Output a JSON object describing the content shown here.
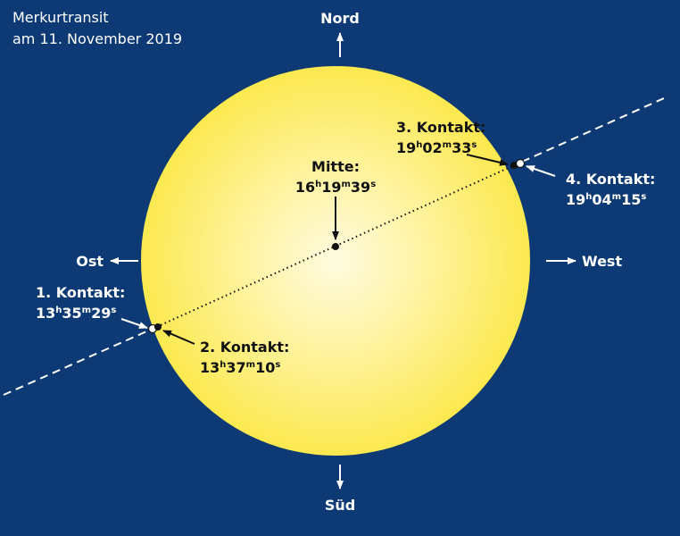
{
  "title": {
    "line1": "Merkurtransit",
    "line2": "am 11. November 2019"
  },
  "directions": {
    "north": "Nord",
    "south": "Süd",
    "east": "Ost",
    "west": "West"
  },
  "midpoint": {
    "label": "Mitte:",
    "time": {
      "h": "16",
      "m": "19",
      "s": "39"
    }
  },
  "contacts": [
    {
      "label": "1. Kontakt:",
      "time": {
        "h": "13",
        "m": "35",
        "s": "29"
      }
    },
    {
      "label": "2. Kontakt:",
      "time": {
        "h": "13",
        "m": "37",
        "s": "10"
      }
    },
    {
      "label": "3. Kontakt:",
      "time": {
        "h": "19",
        "m": "02",
        "s": "33"
      }
    },
    {
      "label": "4. Kontakt:",
      "time": {
        "h": "19",
        "m": "04",
        "s": "15"
      }
    }
  ],
  "units": {
    "h": "h",
    "m": "m",
    "s": "s"
  },
  "colors": {
    "sky": "#0d3a74",
    "sun_center": "#fffbe0",
    "sun_edge": "#fbe84a",
    "text": "#ffffff",
    "marker": "#111111"
  }
}
